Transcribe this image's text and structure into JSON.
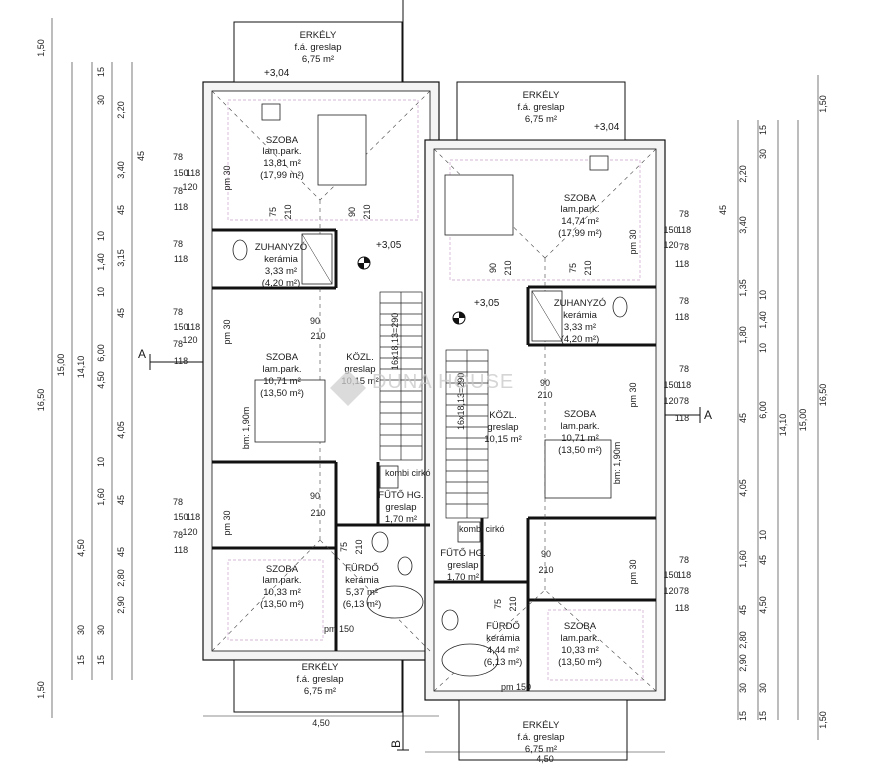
{
  "rooms": [
    {
      "id": "erkely-top-left",
      "lines": [
        "ERKÉLY",
        "f.á. greslap",
        "6,75 m²"
      ]
    },
    {
      "id": "erkely-top-right",
      "lines": [
        "ERKÉLY",
        "f.á. greslap",
        "6,75 m²"
      ]
    },
    {
      "id": "szoba-left-1",
      "lines": [
        "SZOBA",
        "lam.park.",
        "13,81 m²",
        "(17,99 m²)"
      ]
    },
    {
      "id": "szoba-right-1",
      "lines": [
        "SZOBA",
        "lam.park.",
        "14,74 m²",
        "(17,99 m²)"
      ]
    },
    {
      "id": "zuhanyzo-left",
      "lines": [
        "ZUHANYZÓ",
        "kerámia",
        "3,33 m²",
        "(4,20 m²)"
      ]
    },
    {
      "id": "zuhanyzo-right",
      "lines": [
        "ZUHANYZÓ",
        "kerámia",
        "3,33 m²",
        "(4,20 m²)"
      ]
    },
    {
      "id": "szoba-left-2",
      "lines": [
        "SZOBA",
        "lam.park.",
        "10,71 m²",
        "(13,50 m²)"
      ]
    },
    {
      "id": "kozl-left",
      "lines": [
        "KÖZL.",
        "greslap",
        "10,15 m²"
      ]
    },
    {
      "id": "kozl-right",
      "lines": [
        "KÖZL.",
        "greslap",
        "10,15 m²"
      ]
    },
    {
      "id": "szoba-right-2",
      "lines": [
        "SZOBA",
        "lam.park.",
        "10,71 m²",
        "(13,50 m²)"
      ]
    },
    {
      "id": "futo-left",
      "lines": [
        "FŰTŐ HG.",
        "greslap",
        "1,70 m²"
      ]
    },
    {
      "id": "futo-right",
      "lines": [
        "FŰTŐ HG.",
        "greslap",
        "1,70 m²"
      ]
    },
    {
      "id": "szoba-left-3",
      "lines": [
        "SZOBA",
        "lam.park.",
        "10,33 m²",
        "(13,50 m²)"
      ]
    },
    {
      "id": "furdo-left",
      "lines": [
        "FÜRDŐ",
        "kerámia",
        "5,37 m²",
        "(6,13 m²)"
      ]
    },
    {
      "id": "furdo-right",
      "lines": [
        "FÜRDŐ",
        "kerámia",
        "4,44 m²",
        "(6,13 m²)"
      ]
    },
    {
      "id": "szoba-right-3",
      "lines": [
        "SZOBA",
        "lam.park.",
        "10,33 m²",
        "(13,50 m²)"
      ]
    },
    {
      "id": "erkely-bottom-left",
      "lines": [
        "ERKÉLY",
        "f.á. greslap",
        "6,75 m²"
      ]
    },
    {
      "id": "erkely-bottom-right",
      "lines": [
        "ERKÉLY",
        "f.á. greslap",
        "6,75 m²"
      ]
    }
  ],
  "levels": {
    "left_top": "+3,04",
    "right_top": "+3,04",
    "left_mid": "+3,05",
    "right_mid": "+3,05"
  },
  "section_marks": {
    "a": "A",
    "b": "B"
  },
  "watermark": "DUNA HOUSE",
  "door_dims": {
    "w90": "90",
    "h210": "210",
    "w75": "75"
  },
  "bed_labels": {
    "pm30": "pm 30",
    "pm150": "pm 150",
    "bm190": "bm: 1,90m"
  },
  "kombi": "kombi cirkó",
  "stair_labels": {
    "left": "16x18,13=290",
    "right": "16x18,13=290"
  },
  "window_dims": {
    "a": "78",
    "b": "118",
    "c": "150",
    "d": "120"
  },
  "bottom_widths": {
    "left": "4,50",
    "right": "4,50"
  },
  "dims_left": {
    "outer": [
      "1,50",
      "15,00",
      "16,50",
      "1,50"
    ],
    "mid": [
      "14,10"
    ],
    "inner": [
      "2,20",
      "3,40",
      "3,15",
      "6,00",
      "4,05",
      "2,80",
      "2,90"
    ],
    "detail": [
      "15",
      "30",
      "15",
      "30",
      "15",
      "45",
      "10",
      "1,40",
      "10",
      "45",
      "1,60",
      "10",
      "45",
      "4,50",
      "45",
      "30",
      "15",
      "30",
      "15",
      "30",
      "15",
      "4,50",
      "10",
      "1,40",
      "10"
    ]
  },
  "dims_right": {
    "outer": [
      "1,50",
      "15,00",
      "16,50",
      "1,50"
    ],
    "mid": [
      "14,10"
    ],
    "inner": [
      "2,20",
      "3,40",
      "1,35",
      "1,80",
      "6,00",
      "4,05",
      "1,60",
      "4,50",
      "2,80",
      "2,90"
    ],
    "detail": [
      "15",
      "30",
      "15",
      "30",
      "15",
      "45",
      "10",
      "1,40",
      "10",
      "45",
      "10",
      "45",
      "10",
      "45",
      "10",
      "45",
      "30",
      "15",
      "30",
      "15",
      "30",
      "15"
    ]
  }
}
